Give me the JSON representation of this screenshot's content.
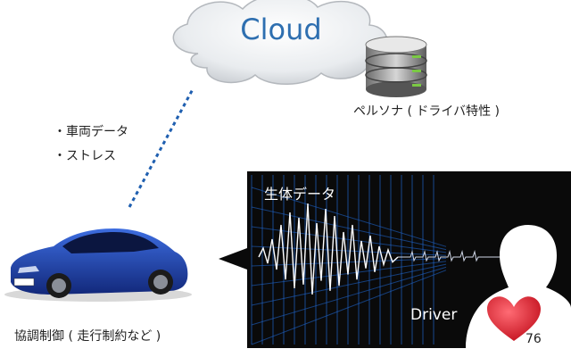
{
  "cloud": {
    "label": "Cloud"
  },
  "persona": {
    "label": "ペルソナ ( ドライバ特性 )"
  },
  "vehicle_data": {
    "items": [
      "車両データ",
      "ストレス"
    ]
  },
  "biometric": {
    "title": "生体データ"
  },
  "driver": {
    "label": "Driver",
    "heart_rate": "76"
  },
  "cooperative_control": {
    "label": "協調制御 ( 走行制約など )"
  },
  "colors": {
    "accent": "#2e6fb0",
    "panel_bg": "#0a0a0a",
    "grid": "#1e63c8",
    "heart": "#d81e2e",
    "car_body": "#1f46b3"
  }
}
